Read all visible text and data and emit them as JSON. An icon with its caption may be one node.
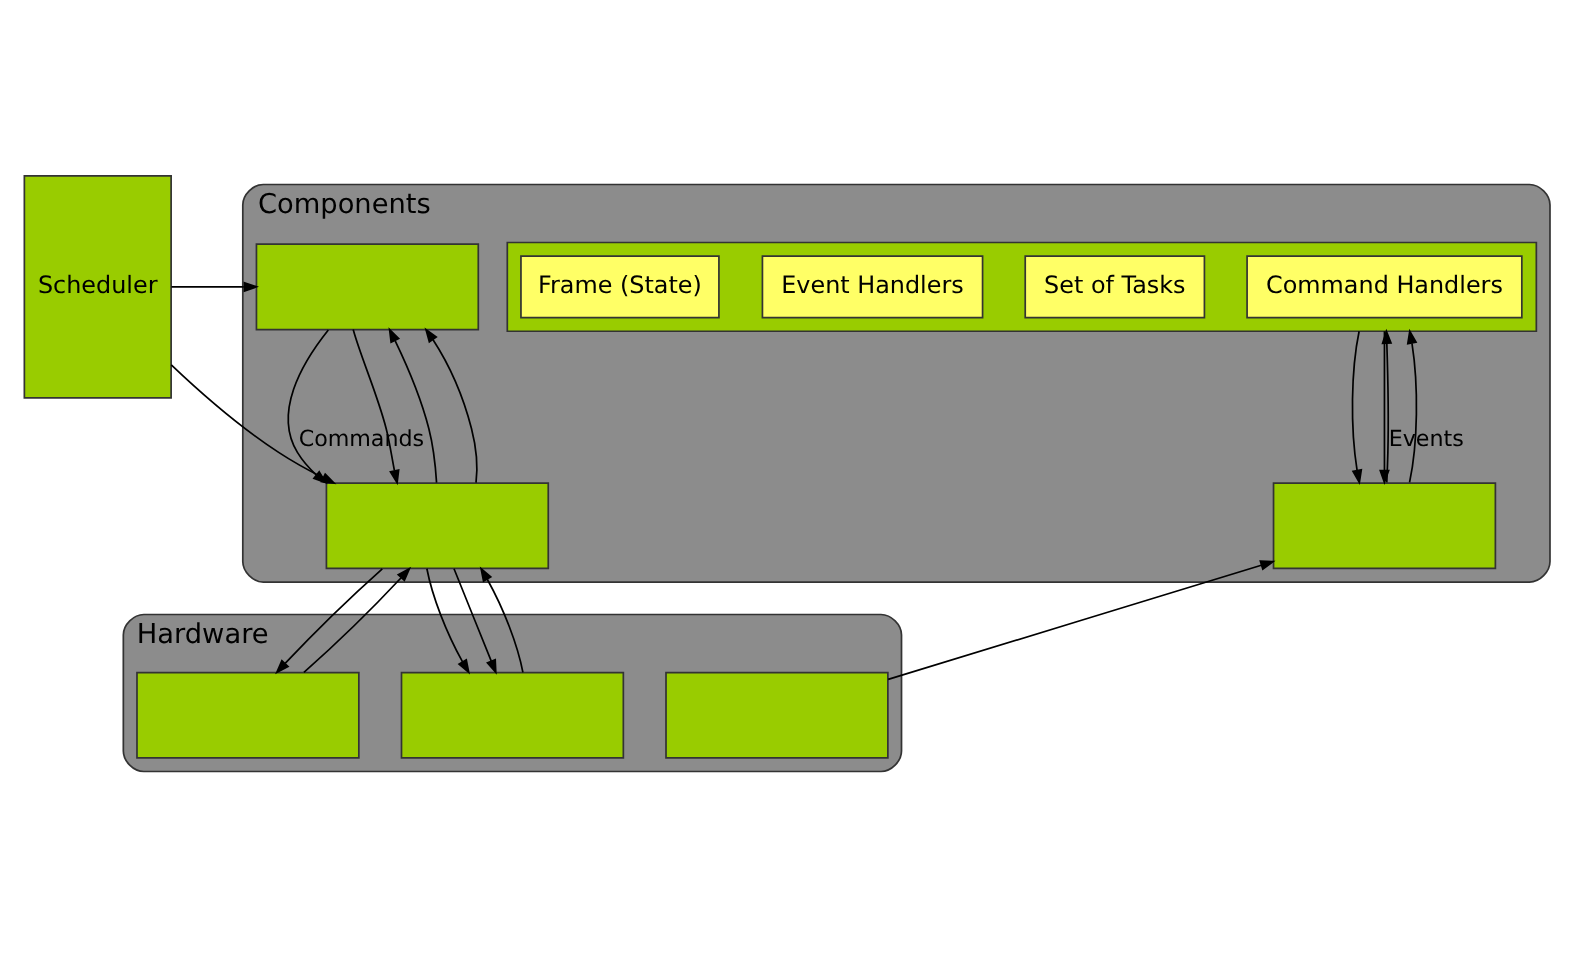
{
  "diagram": {
    "nodes": [
      {
        "text": [
          "Scheduler"
        ]
      },
      {
        "text": [
          "Components"
        ]
      },
      {
        "text": [],
        "shape": "box",
        "in": 1
      },
      {
        "text": [],
        "shape": "box",
        "in": 1
      },
      {
        "text": [
          "Command Handlers"
        ],
        "in": 3
      },
      {
        "text": [
          "Set of Tasks"
        ],
        "in": 3
      },
      {
        "text": [
          "Event Handlers"
        ],
        "in": 3
      },
      {
        "text": [
          "Frame (State)"
        ],
        "in": 3
      },
      {
        "text": [],
        "shape": "box",
        "in": 1
      },
      {
        "text": [],
        "shape": "box",
        "in": 1
      },
      {
        "text": [
          "Hardware"
        ]
      },
      {
        "text": [],
        "shape": "box",
        "in": 10
      },
      {
        "text": [],
        "shape": "box",
        "in": 10
      },
      {
        "text": [],
        "shape": "box",
        "in": 10
      }
    ],
    "edges": [
      {
        "from": 0,
        "to": 2,
        "arrow": "to"
      },
      {
        "from": 0,
        "to": 8,
        "arrow": "to"
      },
      {
        "from": 2,
        "to": 8,
        "arrow": "to",
        "label": "Commands"
      },
      {
        "from": 2,
        "to": 8,
        "arrow": "to"
      },
      {
        "from": 8,
        "to": 2,
        "arrow": "to"
      },
      {
        "from": 8,
        "to": 2,
        "arrow": "to"
      },
      {
        "from": 3,
        "to": 9,
        "arrow": "to"
      },
      {
        "from": 3,
        "to": 9,
        "arrow": "to"
      },
      {
        "from": 9,
        "to": 3,
        "arrow": "to"
      },
      {
        "from": 9,
        "to": 3,
        "arrow": "to",
        "label": "Events"
      },
      {
        "from": 8,
        "to": 11,
        "arrow": "to"
      },
      {
        "from": 11,
        "to": 8,
        "arrow": "to"
      },
      {
        "from": 8,
        "to": 12,
        "arrow": "to"
      },
      {
        "from": 8,
        "to": 12,
        "arrow": "to"
      },
      {
        "from": 12,
        "to": 8,
        "arrow": "to"
      },
      {
        "from": 13,
        "to": 9,
        "arrow": "to"
      }
    ]
  }
}
